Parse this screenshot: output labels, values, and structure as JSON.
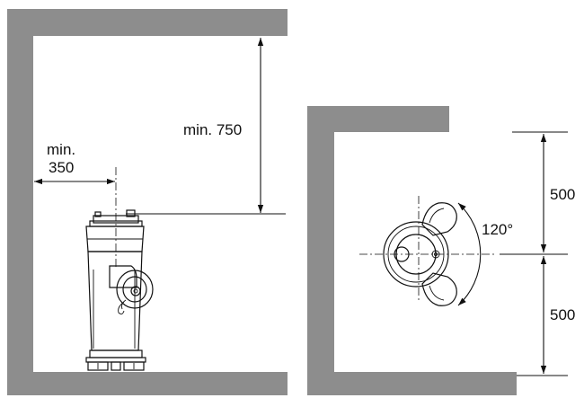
{
  "left_view": {
    "dim_height_label": "min.  750",
    "dim_side_label_line1": "min.",
    "dim_side_label_line2": "350"
  },
  "right_view": {
    "dim_upper_label": "500",
    "dim_lower_label": "500",
    "swing_angle_label": "120°"
  },
  "colors": {
    "wall": "#8d8d8d",
    "line": "#111111",
    "background": "#ffffff"
  }
}
